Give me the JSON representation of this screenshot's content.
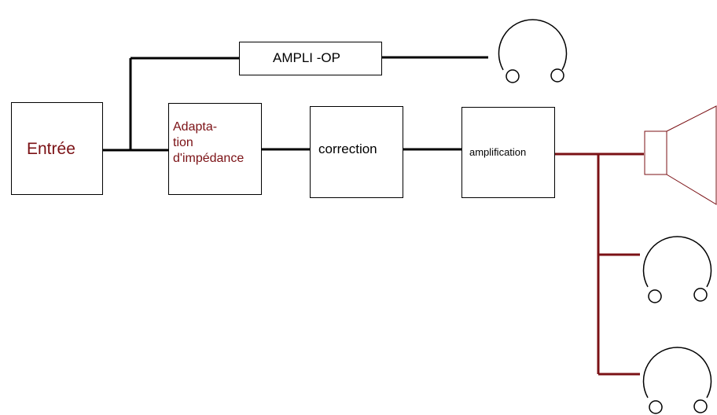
{
  "blocks": {
    "entree": "Entrée",
    "adaptation_line1": "Adapta-",
    "adaptation_line2": "tion",
    "adaptation_line3": "d'impédance",
    "correction": "correction",
    "amplification": "amplification",
    "ampli_op": "AMPLI -OP"
  },
  "colors": {
    "signal_line": "#000000",
    "output_line": "#7b1115",
    "accent_text": "#7b1115"
  },
  "icons": {
    "headphones": "headphones-icon",
    "speaker": "speaker-icon"
  }
}
